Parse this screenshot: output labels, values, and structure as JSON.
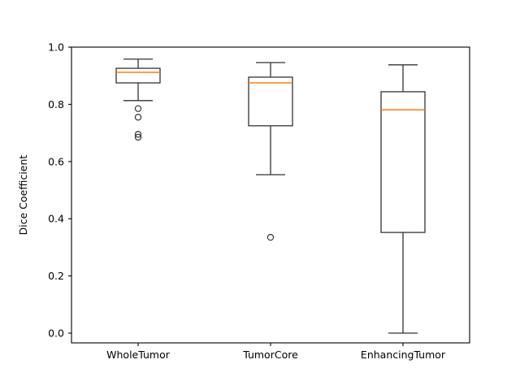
{
  "chart_data": {
    "type": "box",
    "title": "",
    "xlabel": "",
    "ylabel": "Dice Coefficient",
    "categories": [
      "WholeTumor",
      "TumorCore",
      "EnhancingTumor"
    ],
    "ylim": [
      -0.05,
      1.03
    ],
    "yticks": [
      0.0,
      0.2,
      0.4,
      0.6,
      0.8,
      1.0
    ],
    "ytick_labels": [
      "0.0",
      "0.2",
      "0.4",
      "0.6",
      "0.8",
      "1.0"
    ],
    "xticks": [
      1,
      2,
      3
    ],
    "grid": false,
    "legend": null,
    "median_color": "#ff7f0e",
    "box_color": "#333333",
    "boxes": [
      {
        "label": "WholeTumor",
        "whisker_low": 0.813,
        "q1": 0.875,
        "median": 0.912,
        "q3": 0.926,
        "whisker_high": 0.958,
        "outliers": [
          0.785,
          0.755,
          0.695,
          0.685
        ]
      },
      {
        "label": "TumorCore",
        "whisker_low": 0.554,
        "q1": 0.725,
        "median": 0.875,
        "q3": 0.895,
        "whisker_high": 0.946,
        "outliers": [
          0.335
        ]
      },
      {
        "label": "EnhancingTumor",
        "whisker_low": 0.0,
        "q1": 0.352,
        "median": 0.781,
        "q3": 0.844,
        "whisker_high": 0.938,
        "outliers": []
      }
    ]
  },
  "axes": {
    "ylabel": "Dice Coefficient",
    "ytick_labels": [
      "0.0",
      "0.2",
      "0.4",
      "0.6",
      "0.8",
      "1.0"
    ],
    "xtick_labels": [
      "WholeTumor",
      "TumorCore",
      "EnhancingTumor"
    ]
  }
}
